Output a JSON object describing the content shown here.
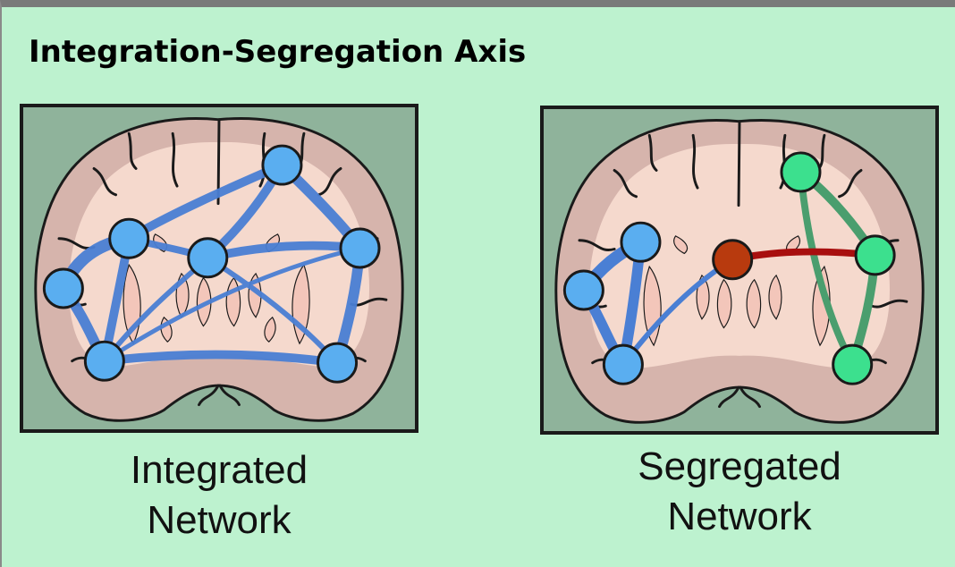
{
  "title": "Integration-Segregation Axis",
  "panels": [
    {
      "id": "integrated",
      "caption_line1": "Integrated",
      "caption_line2": "Network",
      "node_color": "#5aaef0",
      "edge_color": "#4a7fd4"
    },
    {
      "id": "segregated",
      "caption_line1": "Segregated",
      "caption_line2": "Network",
      "module_colors": [
        "#5aaef0",
        "#3ce08e"
      ],
      "hub_color": "#b83a0e",
      "edge_colors": [
        "#4a7fd4",
        "#4a9e6e",
        "#a80f0f"
      ]
    }
  ],
  "colors": {
    "background": "#bdf2cf",
    "panel_background": "#8fb39b",
    "brain_outer": "#d6b4ac",
    "brain_inner": "#f5d9cd",
    "outline": "#1a1a1a"
  }
}
